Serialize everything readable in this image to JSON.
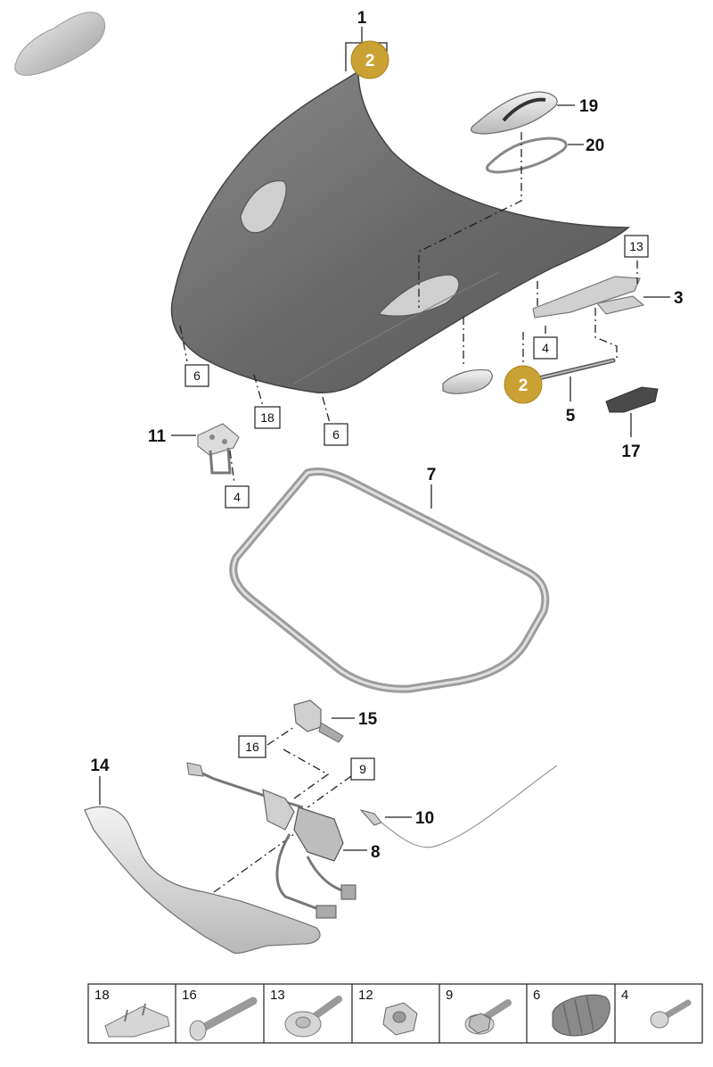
{
  "diagram": {
    "callouts": [
      {
        "id": "c1",
        "label": "1"
      },
      {
        "id": "c3",
        "label": "3"
      },
      {
        "id": "c5",
        "label": "5"
      },
      {
        "id": "c7",
        "label": "7"
      },
      {
        "id": "c8",
        "label": "8"
      },
      {
        "id": "c10",
        "label": "10"
      },
      {
        "id": "c11",
        "label": "11"
      },
      {
        "id": "c14",
        "label": "14"
      },
      {
        "id": "c15",
        "label": "15"
      },
      {
        "id": "c17",
        "label": "17"
      },
      {
        "id": "c19",
        "label": "19"
      },
      {
        "id": "c20",
        "label": "20"
      }
    ],
    "boxed_refs": [
      {
        "id": "b6a",
        "label": "6"
      },
      {
        "id": "b6b",
        "label": "6"
      },
      {
        "id": "b18",
        "label": "18"
      },
      {
        "id": "b4a",
        "label": "4"
      },
      {
        "id": "b4b",
        "label": "4"
      },
      {
        "id": "b13",
        "label": "13"
      },
      {
        "id": "b16",
        "label": "16"
      },
      {
        "id": "b9",
        "label": "9"
      }
    ],
    "badges": [
      {
        "id": "g1",
        "label": "2",
        "color": "#c9a233"
      },
      {
        "id": "g2",
        "label": "2",
        "color": "#c9a233"
      }
    ]
  },
  "legend": {
    "cells": [
      {
        "label": "18",
        "icon": "clip-icon"
      },
      {
        "label": "16",
        "icon": "bolt-icon"
      },
      {
        "label": "13",
        "icon": "washer-screw-icon"
      },
      {
        "label": "12",
        "icon": "hex-nut-icon"
      },
      {
        "label": "9",
        "icon": "flange-bolt-icon"
      },
      {
        "label": "6",
        "icon": "bump-stop-icon"
      },
      {
        "label": "4",
        "icon": "screw-icon"
      }
    ]
  },
  "colors": {
    "hood": "#6f6f6f",
    "part_light": "#d9d9d9",
    "badge": "#c9a233"
  }
}
